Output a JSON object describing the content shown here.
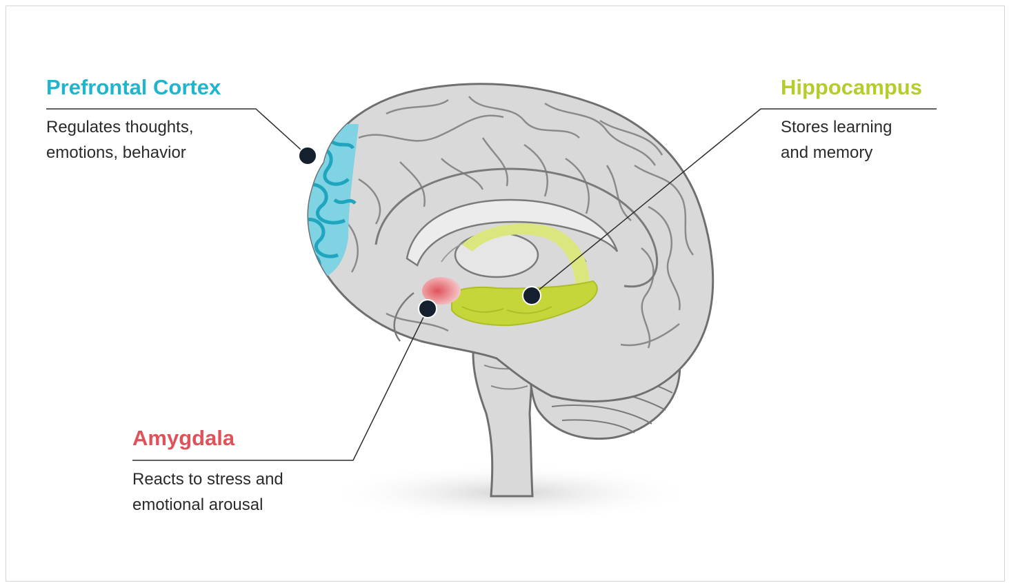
{
  "regions": {
    "prefrontal_cortex": {
      "title": "Prefrontal Cortex",
      "description": [
        "Regulates thoughts,",
        "emotions, behavior"
      ],
      "color": "#1fb5cc"
    },
    "hippocampus": {
      "title": "Hippocampus",
      "description": [
        "Stores learning",
        "and memory"
      ],
      "color": "#b6cc2b"
    },
    "amygdala": {
      "title": "Amygdala",
      "description": [
        "Reacts to stress and",
        "emotional arousal"
      ],
      "color": "#e0525a"
    }
  },
  "colors": {
    "brain_fill": "#d9d9d9",
    "brain_outline": "#6f6f6f",
    "marker": "#14202e",
    "leader_line": "#2b2b2b"
  }
}
